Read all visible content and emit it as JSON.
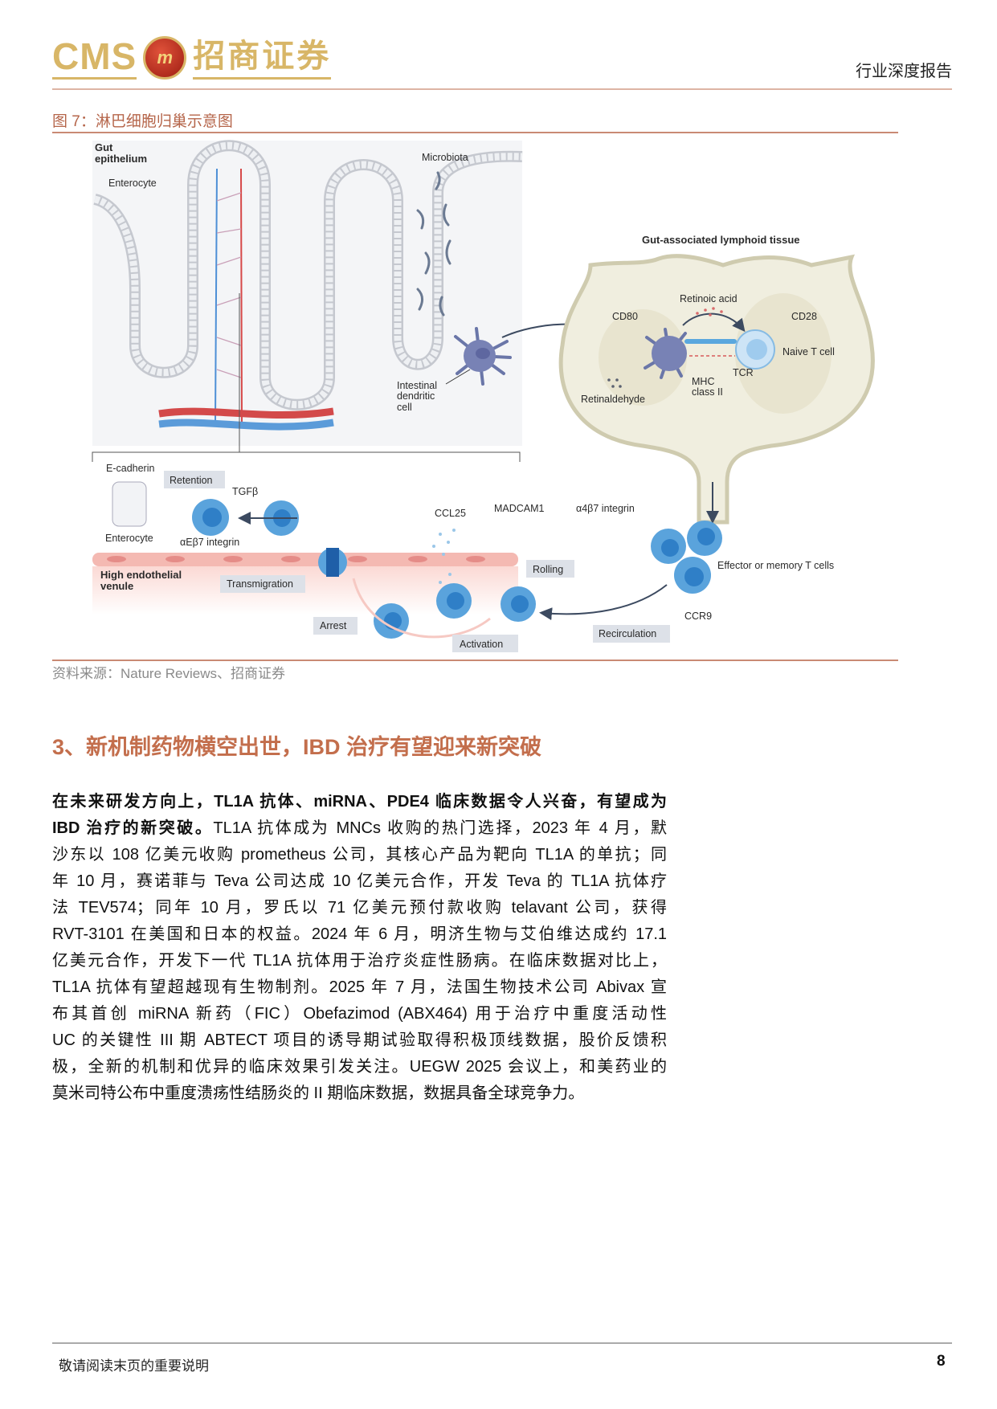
{
  "header": {
    "logo_text": "CMS",
    "logo_emblem": "m",
    "logo_cn": "招商证券",
    "report_type": "行业深度报告"
  },
  "figure": {
    "title": "图 7：淋巴细胞归巢示意图",
    "labels": {
      "gut_epithelium_1": "Gut",
      "gut_epithelium_2": "epithelium",
      "enterocyte_top": "Enterocyte",
      "microbiota": "Microbiota",
      "dc_1": "Intestinal",
      "dc_2": "dendritic",
      "dc_3": "cell",
      "galt": "Gut-associated lymphoid tissue",
      "retinoic_acid": "Retinoic acid",
      "cd80": "CD80",
      "cd28": "CD28",
      "naive_t": "Naive T cell",
      "tcr": "TCR",
      "mhc_1": "MHC",
      "mhc_2": "class II",
      "retinaldehyde": "Retinaldehyde",
      "e_cadherin": "E-cadherin",
      "retention": "Retention",
      "tgfb": "TGFβ",
      "enterocyte_bottom": "Enterocyte",
      "aeb7": "αEβ7 integrin",
      "ccl25": "CCL25",
      "madcam1": "MADCAM1",
      "a4b7": "α4β7 integrin",
      "effector": "Effector or memory T cells",
      "rolling": "Rolling",
      "hev_1": "High endothelial",
      "hev_2": "venule",
      "transmigration": "Transmigration",
      "ccr9": "CCR9",
      "arrest": "Arrest",
      "recirculation": "Recirculation",
      "activation": "Activation"
    },
    "source": "资料来源：Nature Reviews、招商证券"
  },
  "section": {
    "heading": "3、新机制药物横空出世，IBD 治疗有望迎来新突破"
  },
  "body": {
    "line1_bold": "在未来研发方向上，TL1A 抗体、miRNA、PDE4 临床数据令人兴奋，有望成为",
    "line2_bold": "IBD 治疗的新突破。",
    "line2_rest": "TL1A 抗体成为 MNCs 收购的热门选择，2023 年 4 月，默",
    "lines": [
      "沙东以 108 亿美元收购 prometheus 公司，其核心产品为靶向 TL1A 的单抗；同",
      "年 10 月，赛诺菲与 Teva 公司达成 10 亿美元合作，开发 Teva 的 TL1A 抗体疗",
      "法 TEV574；同年 10 月，罗氏以 71 亿美元预付款收购 telavant 公司，获得",
      "RVT-3101 在美国和日本的权益。2024 年 6 月，明济生物与艾伯维达成约 17.1",
      "亿美元合作，开发下一代 TL1A 抗体用于治疗炎症性肠病。在临床数据对比上，",
      "TL1A 抗体有望超越现有生物制剂。2025 年 7 月，法国生物技术公司 Abivax 宣",
      "布其首创 miRNA 新药（FIC）Obefazimod (ABX464) 用于治疗中重度活动性",
      "UC 的关键性 III 期 ABTECT 项目的诱导期试验取得积极顶线数据，股价反馈积",
      "极，全新的机制和优异的临床效果引发关注。UEGW 2025 会议上，和美药业的",
      "莫米司特公布中重度溃疡性结肠炎的 II 期临床数据，数据具备全球竞争力。"
    ]
  },
  "footer": {
    "notice": "敬请阅读末页的重要说明",
    "page_number": "8"
  },
  "colors": {
    "accent": "#c36e4c",
    "logo_gold": "#d8b667",
    "cell_blue": "#5aa3dc",
    "endothelium_pink": "#f4b9b2"
  }
}
